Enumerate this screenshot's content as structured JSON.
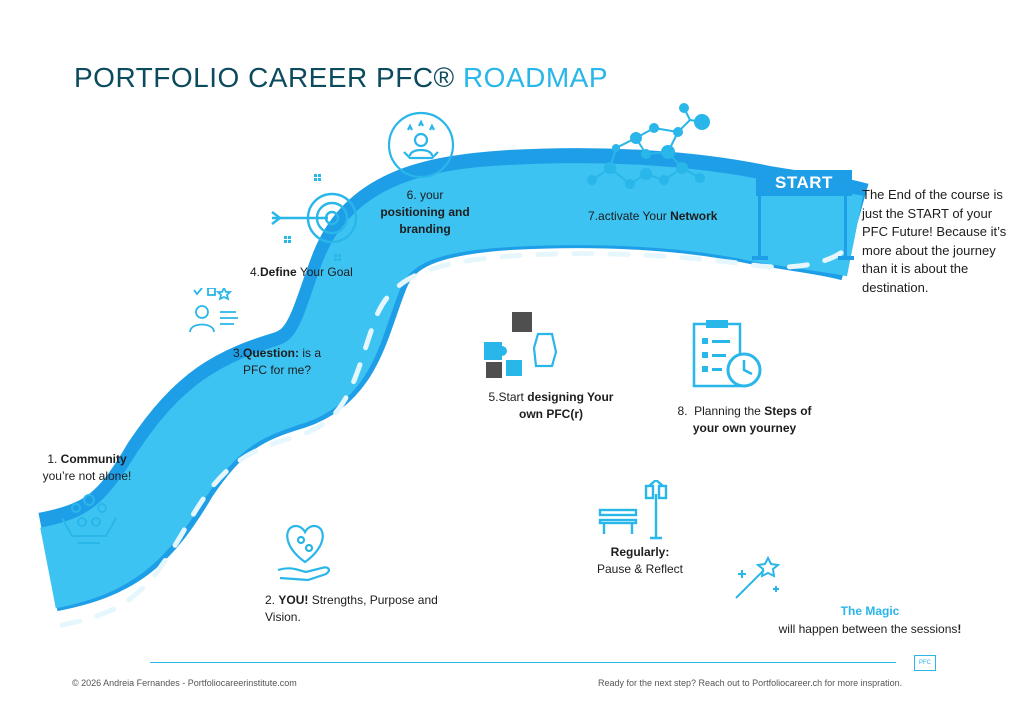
{
  "title": {
    "part1": "PORTFOLIO CAREER PFC®",
    "part2": "ROADMAP"
  },
  "colors": {
    "road": "#29b6e9",
    "road_edge": "#1f9ee8",
    "title_dark": "#0c4a5e",
    "accent": "#29b6e9"
  },
  "steps": [
    {
      "num": "1.",
      "bold": "Community",
      "rest": "you’re not alone!"
    },
    {
      "num": "2.",
      "bold": "YOU!",
      "rest": "Strengths,  Purpose and Vision."
    },
    {
      "num": "3.",
      "bold": "Question:",
      "rest": "is a PFC for me?"
    },
    {
      "num": "4.",
      "bold": "Define",
      "rest": "Your Goal"
    },
    {
      "num": "5.",
      "pre": "Start",
      "bold": "designing Your own PFC(r)"
    },
    {
      "num": "6.",
      "pre": "your",
      "bold": "positioning and branding"
    },
    {
      "num": "7.",
      "pre": "activate Your",
      "bold": "Network"
    },
    {
      "num": "8.",
      "pre": "Planning the",
      "bold": "Steps of your own yourney"
    }
  ],
  "regularly": {
    "bold": "Regularly:",
    "rest": "Pause & Reflect"
  },
  "start_sign": "START",
  "end_text": "The End of the course is just the START of your PFC Future! Because it’s more about the journey than it is about the destination.",
  "magic": {
    "head": "The Magic",
    "line": "will happen between the sessions",
    "bang": "!"
  },
  "footer": {
    "left": "© 2026 Andreia Fernandes - Portfoliocareerinstitute.com",
    "right": "Ready for the next step? Reach out to Portfoliocareer.ch  for more inspration.",
    "logo": "PFC"
  }
}
